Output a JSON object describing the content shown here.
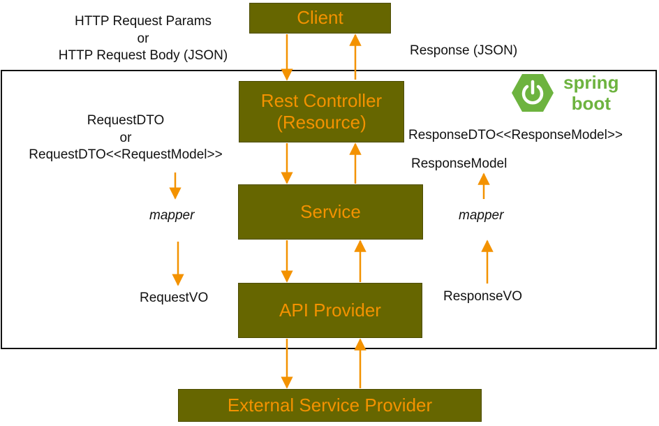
{
  "boxes": {
    "client": "Client",
    "rest_controller": [
      "Rest Controller",
      "(Resource)"
    ],
    "service": "Service",
    "api_provider": "API Provider",
    "external": "External Service Provider"
  },
  "labels": {
    "request_top": [
      "HTTP  Request Params",
      "or",
      "HTTP  Request Body (JSON)"
    ],
    "response_top": "Response (JSON)",
    "request_dto": [
      "RequestDTO",
      "or",
      "RequestDTO<<RequestModel>>"
    ],
    "response_dto": "ResponseDTO<<ResponseModel>>",
    "response_model": "ResponseModel",
    "mapper_left": "mapper",
    "mapper_right": "mapper",
    "request_vo": "RequestVO",
    "response_vo": "ResponseVO"
  },
  "logo": {
    "line1": "spring",
    "line2": "boot",
    "icon": "power-icon",
    "color": "#6db33f"
  },
  "colors": {
    "box_fill": "#666600",
    "box_text": "#f39200",
    "arrow": "#f39200"
  }
}
